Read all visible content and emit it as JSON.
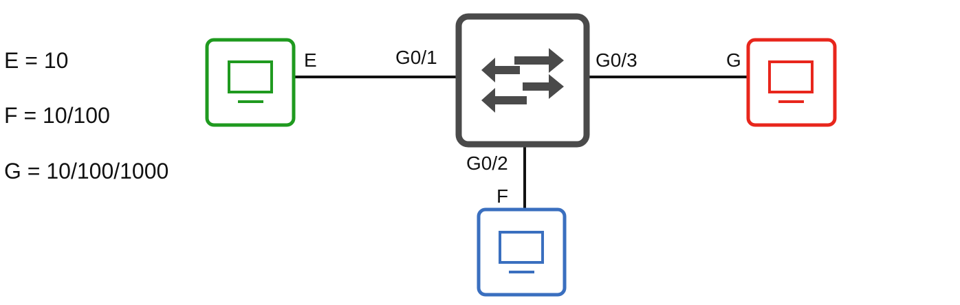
{
  "legend": [
    {
      "text": "E = 10"
    },
    {
      "text": "F = 10/100"
    },
    {
      "text": "G = 10/100/1000"
    }
  ],
  "switch": {
    "icon": "switch-arrows-icon",
    "color": "#4a4a4a",
    "ports": {
      "g01": "G0/1",
      "g02": "G0/2",
      "g03": "G0/3"
    }
  },
  "hosts": {
    "e": {
      "label": "E",
      "color": "#1f9a1f",
      "icon": "monitor-icon"
    },
    "f": {
      "label": "F",
      "color": "#3a6fbf",
      "icon": "monitor-icon"
    },
    "g": {
      "label": "G",
      "color": "#e8261c",
      "icon": "monitor-icon"
    }
  },
  "link_color": "#111111"
}
